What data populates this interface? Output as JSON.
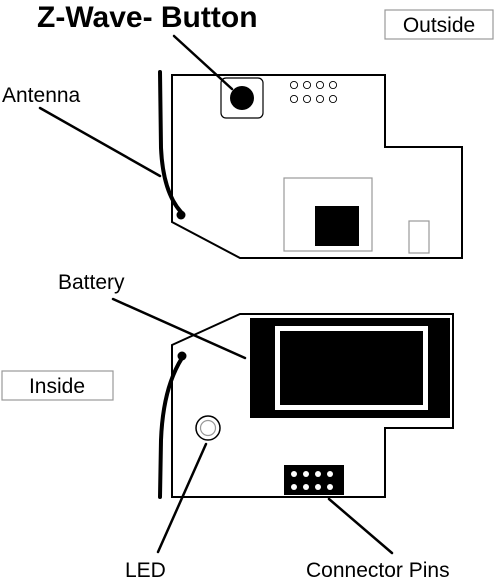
{
  "labels": {
    "title": "Z-Wave- Button",
    "outside": "Outside",
    "antenna": "Antenna",
    "battery": "Battery",
    "inside": "Inside",
    "led": "LED",
    "connector_pins": "Connector Pins"
  },
  "colors": {
    "ink": "#000000",
    "board_fill": "#ffffff",
    "soft_outline": "#999999"
  }
}
